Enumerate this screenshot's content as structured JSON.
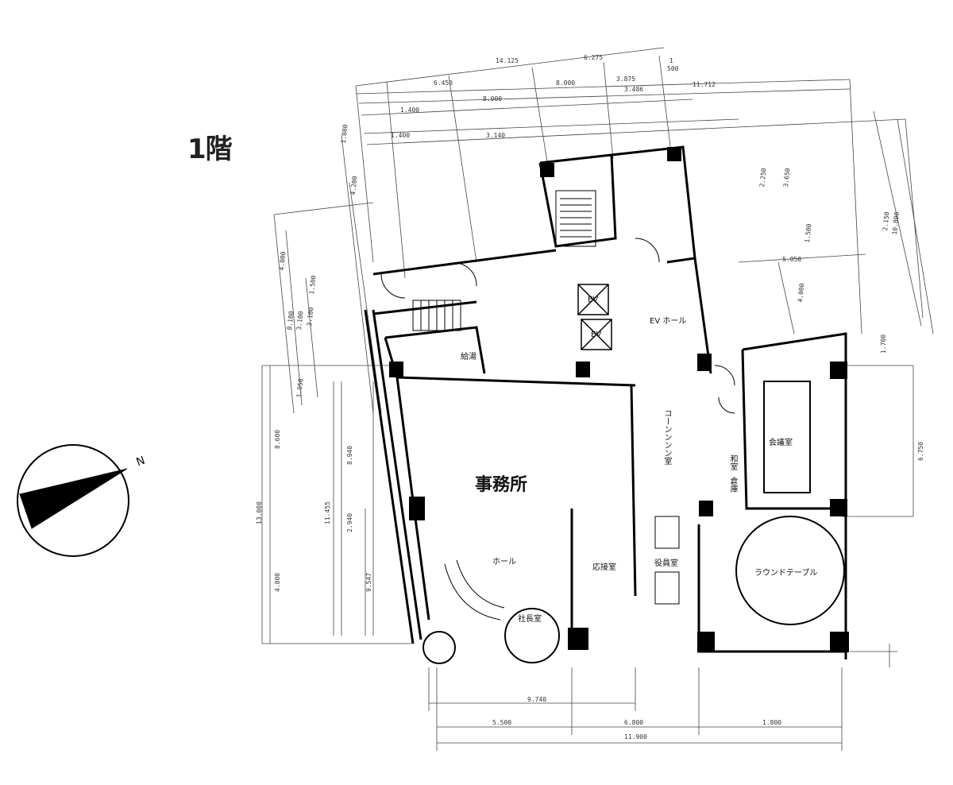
{
  "floor": "1階",
  "rooms": {
    "office": "事務所",
    "hall": "ホール",
    "ev_hall": "EV ホール",
    "reception": "応接室",
    "director": "役員室",
    "president": "社長室",
    "meeting_small": "会議室",
    "kitchen": "給湯",
    "conference": "コーンンンン室",
    "round_table": "ラウンドテーブル",
    "tatami": "和室",
    "storage": "倉庫",
    "ev1": "EV",
    "ev2": "EV"
  },
  "compass": {
    "label": "N"
  },
  "dimensions": {
    "top": [
      "14.125",
      "6.275",
      "1",
      "500",
      "6.450",
      "8.000",
      "3.875",
      "11.712",
      "1.400",
      "8.000",
      "3.486",
      "1.400",
      "3.140"
    ],
    "left": [
      "1.080",
      "4.200",
      "4.000",
      "8.100",
      "3.100",
      "3.100",
      "1.500",
      "1.950",
      "8.600",
      "13.000",
      "11.455",
      "8.940",
      "2.940",
      "4.800",
      "9.547"
    ],
    "right": [
      "2.250",
      "3.650",
      "1.500",
      "5.050",
      "4.000",
      "2.150",
      "10.800",
      "1.700",
      "6.750"
    ],
    "bottom": [
      "9.740",
      "5.500",
      "6.800",
      "1.800",
      "11.900"
    ]
  }
}
